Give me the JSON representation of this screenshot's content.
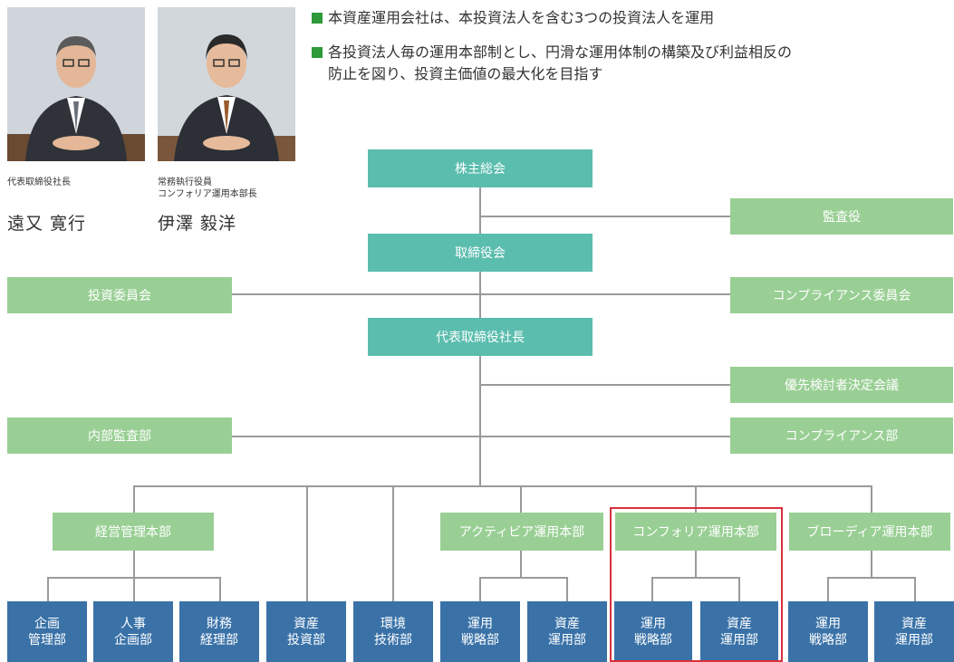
{
  "people": [
    {
      "title": "代表取締役社長",
      "name": "遠又 寛行"
    },
    {
      "title": "常務執行役員\nコンフォリア運用本部長",
      "name": "伊澤 毅洋"
    }
  ],
  "bullets": [
    {
      "line1": "本資産運用会社は、本投資法人を含む3つの投資法人を運用",
      "line2": ""
    },
    {
      "line1": "各投資法人毎の運用本部制とし、円滑な運用体制の構築及び利益相反の",
      "line2": "防止を図り、投資主価値の最大化を目指す"
    }
  ],
  "org": {
    "shareholders": "株主総会",
    "auditor": "監査役",
    "board": "取締役会",
    "investment_committee": "投資委員会",
    "compliance_committee": "コンプライアンス委員会",
    "president": "代表取締役社長",
    "priority_council": "優先検討者決定会議",
    "internal_audit": "内部監査部",
    "compliance_dept": "コンプライアンス部",
    "divisions": {
      "management": "経営管理本部",
      "activia": "アクティビア運用本部",
      "comforia": "コンフォリア運用本部",
      "frontier": "ブローディア運用本部"
    },
    "depts": {
      "planning": "企画\n管理部",
      "hr": "人事\n企画部",
      "finance": "財務\n経理部",
      "asset_invest": "資産\n投資部",
      "env_tech": "環境\n技術部",
      "a_strategy": "運用\n戦略部",
      "a_asset": "資産\n運用部",
      "c_strategy": "運用\n戦略部",
      "c_asset": "資産\n運用部",
      "f_strategy": "運用\n戦略部",
      "f_asset": "資産\n運用部"
    }
  },
  "colors": {
    "teal": "#5bbdae",
    "green": "#99cf94",
    "blue": "#3a72a8",
    "highlight": "#d9303c",
    "bullet": "#2e9a3a"
  }
}
